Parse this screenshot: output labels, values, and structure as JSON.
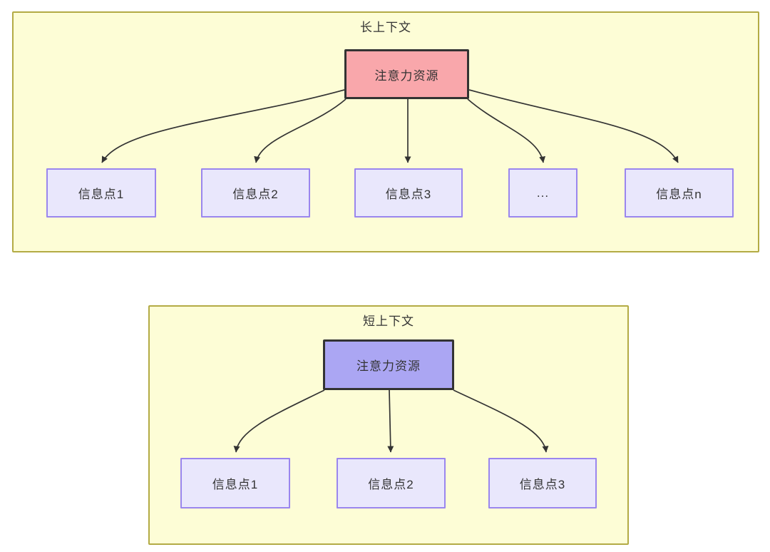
{
  "colors": {
    "page_bg": "#ffffff",
    "container_fill": "#fdfdd6",
    "container_border": "#b3ab45",
    "node_fill": "#e9e7fc",
    "node_border": "#9a86ee",
    "long_source_fill": "#f9a7ab",
    "short_source_fill": "#aba6f3",
    "source_border": "#333333",
    "arrow": "#333333",
    "text": "#333333"
  },
  "long_context": {
    "title": "长上下文",
    "source": "注意力资源",
    "targets": [
      "信息点1",
      "信息点2",
      "信息点3",
      "...",
      "信息点n"
    ]
  },
  "short_context": {
    "title": "短上下文",
    "source": "注意力资源",
    "targets": [
      "信息点1",
      "信息点2",
      "信息点3"
    ]
  }
}
